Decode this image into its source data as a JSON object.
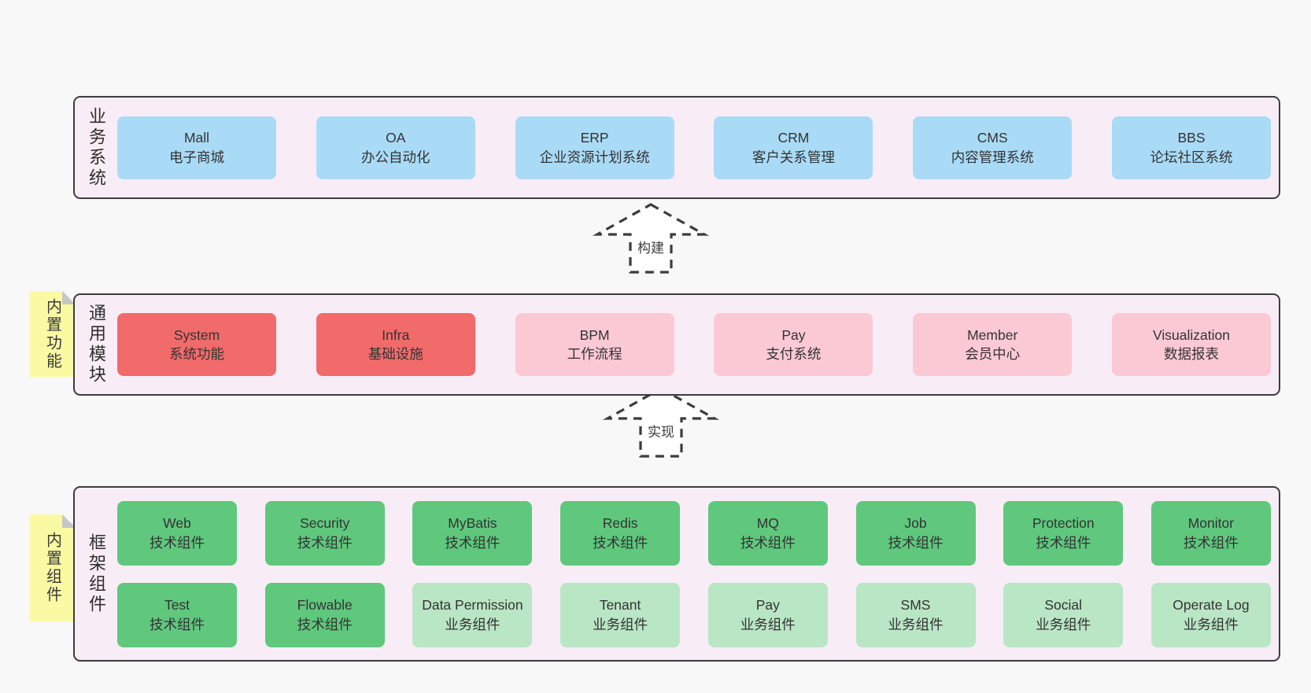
{
  "layers": {
    "business": {
      "label": "业务系统",
      "boxes": [
        {
          "name": "Mall",
          "desc": "电子商城"
        },
        {
          "name": "OA",
          "desc": "办公自动化"
        },
        {
          "name": "ERP",
          "desc": "企业资源计划系统"
        },
        {
          "name": "CRM",
          "desc": "客户关系管理"
        },
        {
          "name": "CMS",
          "desc": "内容管理系统"
        },
        {
          "name": "BBS",
          "desc": "论坛社区系统"
        }
      ]
    },
    "common": {
      "label": "通用模块",
      "note": "内置功能",
      "boxes": [
        {
          "name": "System",
          "desc": "系统功能"
        },
        {
          "name": "Infra",
          "desc": "基础设施"
        },
        {
          "name": "BPM",
          "desc": "工作流程"
        },
        {
          "name": "Pay",
          "desc": "支付系统"
        },
        {
          "name": "Member",
          "desc": "会员中心"
        },
        {
          "name": "Visualization",
          "desc": "数据报表"
        }
      ]
    },
    "framework": {
      "label": "框架组件",
      "note": "内置组件",
      "rows": [
        [
          {
            "name": "Web",
            "desc": "技术组件"
          },
          {
            "name": "Security",
            "desc": "技术组件"
          },
          {
            "name": "MyBatis",
            "desc": "技术组件"
          },
          {
            "name": "Redis",
            "desc": "技术组件"
          },
          {
            "name": "MQ",
            "desc": "技术组件"
          },
          {
            "name": "Job",
            "desc": "技术组件"
          },
          {
            "name": "Protection",
            "desc": "技术组件"
          },
          {
            "name": "Monitor",
            "desc": "技术组件"
          }
        ],
        [
          {
            "name": "Test",
            "desc": "技术组件"
          },
          {
            "name": "Flowable",
            "desc": "技术组件"
          },
          {
            "name": "Data Permission",
            "desc": "业务组件"
          },
          {
            "name": "Tenant",
            "desc": "业务组件"
          },
          {
            "name": "Pay",
            "desc": "业务组件"
          },
          {
            "name": "SMS",
            "desc": "业务组件"
          },
          {
            "name": "Social",
            "desc": "业务组件"
          },
          {
            "name": "Operate Log",
            "desc": "业务组件"
          }
        ]
      ]
    }
  },
  "arrows": [
    {
      "label": "构建"
    },
    {
      "label": "实现"
    }
  ],
  "colors": {
    "page_bg": "#f8f8f8",
    "panel_bg": "#f8edf6",
    "panel_border": "#3c3c3c",
    "blue_box": "#a9dbf7",
    "red_box": "#f16b6b",
    "pink_box": "#fbc9d4",
    "green_box": "#5fc87d",
    "light_green_box": "#b9e6c5",
    "note_yellow": "#fbfaa4",
    "note_fold_gray": "#c6c6c6",
    "text": "#333333"
  }
}
